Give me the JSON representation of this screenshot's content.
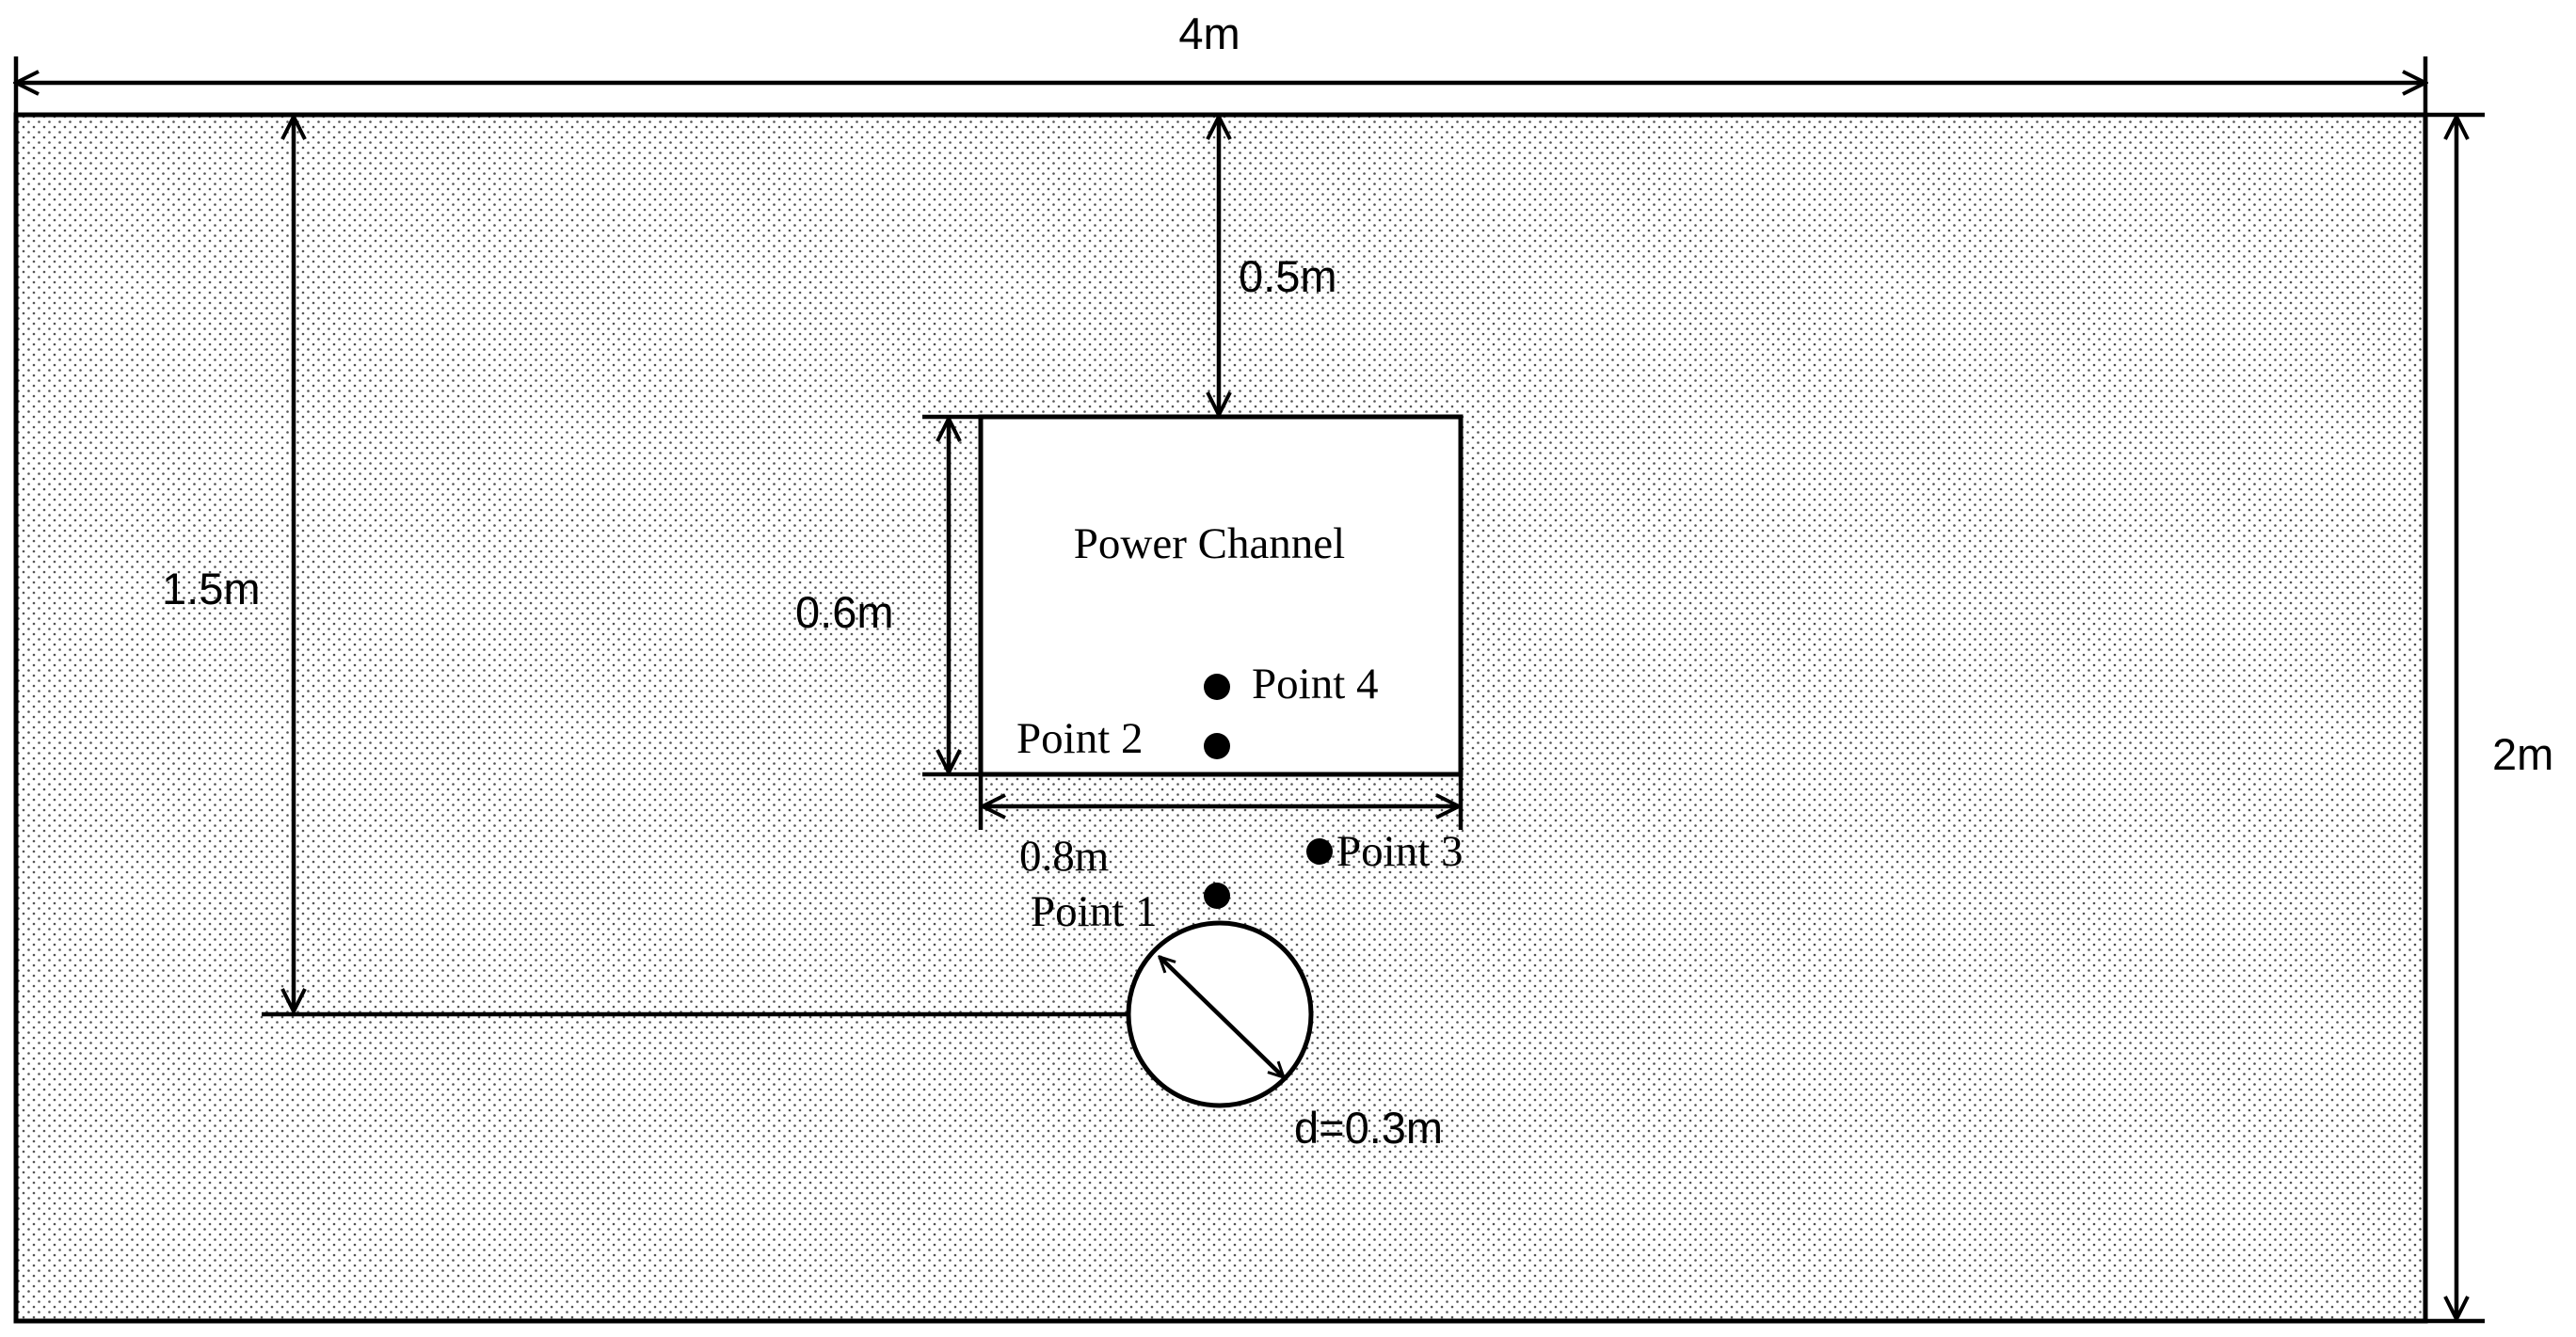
{
  "diagram": {
    "labels": {
      "total_width": "4m",
      "total_height": "2m",
      "top_cover": "0.5m",
      "pipe_depth": "1.5m",
      "channel_height": "0.6m",
      "channel_width": "0.8m",
      "pipe_diameter": "d=0.3m",
      "channel_name": "Power Channel"
    },
    "points": [
      {
        "id": "point-1",
        "label": "Point 1"
      },
      {
        "id": "point-2",
        "label": "Point 2"
      },
      {
        "id": "point-3",
        "label": "Point 3"
      },
      {
        "id": "point-4",
        "label": "Point 4"
      }
    ],
    "colors": {
      "line": "#000000",
      "soil_dots": "#555555",
      "background": "#ffffff"
    }
  }
}
